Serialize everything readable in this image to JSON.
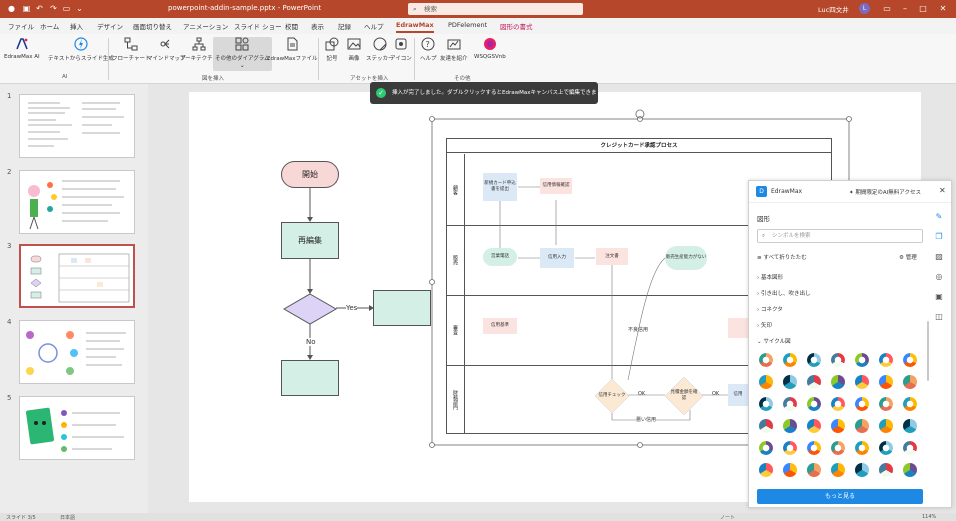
{
  "titlebar": {
    "document_title": "powerpoint-addin-sample.pptx  -  PowerPoint",
    "search_placeholder": "検索",
    "user_name": "Luc四文井",
    "user_initial": "L"
  },
  "tabs": [
    {
      "label": "ファイル"
    },
    {
      "label": "ホーム"
    },
    {
      "label": "挿入"
    },
    {
      "label": "デザイン"
    },
    {
      "label": "画面切り替え"
    },
    {
      "label": "アニメーション"
    },
    {
      "label": "スライド ショー"
    },
    {
      "label": "校閲"
    },
    {
      "label": "表示"
    },
    {
      "label": "記録"
    },
    {
      "label": "ヘルプ"
    },
    {
      "label": "EdrawMax"
    },
    {
      "label": "PDFelement"
    },
    {
      "label": "図形の書式"
    }
  ],
  "ribbon": {
    "buttons": {
      "edrawmax_ai": "EdrawMax AI",
      "text_to_slide": "テキストからスライド生成",
      "flowchart": "フローチャート",
      "mindmap": "マインドマップ",
      "org": "アーキテクチャ",
      "other_diagram": "その他のダイアグラム",
      "edrawmax_file": "EdrawMaxファイル",
      "symbol": "記号",
      "image": "画像",
      "sticker": "ステッカー",
      "icon": "アイコン",
      "help": "ヘルプ",
      "invite": "友達を紹介",
      "wsq": "WSQGSVnb"
    },
    "groups": {
      "ai": "AI",
      "insert_diagram": "図を挿入",
      "insert_asset": "アセットを挿入",
      "other": "その他"
    }
  },
  "slides": [
    {
      "number": "1"
    },
    {
      "number": "2"
    },
    {
      "number": "3"
    },
    {
      "number": "4"
    },
    {
      "number": "5"
    }
  ],
  "toast": {
    "message": "挿入が完了しました。ダブルクリックするとEdrawMaxキャンバス上で編集できます。"
  },
  "flowchart": {
    "start": "開始",
    "reedit": "再編集",
    "yes": "Yes",
    "no": "No"
  },
  "swimlane": {
    "title": "クレジットカード承認プロセス",
    "lanes": [
      "顧客",
      "販売",
      "審査",
      "財務部門"
    ],
    "boxes": {
      "b1": "新規カード申込書を提出",
      "b2": "信用情報確認",
      "b3": "営業電話",
      "b4": "信用入力",
      "b5": "注文書",
      "b6": "販売生産能力がない",
      "b7": "信用基準",
      "b8": "信用チェック",
      "b9": "見積金額を確認",
      "b10": "信用",
      "ok1": "OK",
      "ok2": "OK",
      "credit_history": "不良信用",
      "bad": "悪い信用"
    }
  },
  "panel": {
    "title": "EdrawMax",
    "promo": "期間限定のAI無料アクセス",
    "section": "図形",
    "search_placeholder": "シンボルを検索",
    "collapse_all": "すべて折りたたむ",
    "manage": "管理",
    "categories": [
      "基本図形",
      "引き出し、吹き出し",
      "コネクタ",
      "矢印",
      "サイクル図"
    ],
    "more": "もっと見る"
  },
  "statusbar": {
    "slide_info": "スライド 3/5",
    "language": "日本語",
    "notes": "ノート",
    "zoom": "114%"
  },
  "colors": {
    "accent": "#b7472a",
    "edraw_blue": "#1e88e5"
  }
}
